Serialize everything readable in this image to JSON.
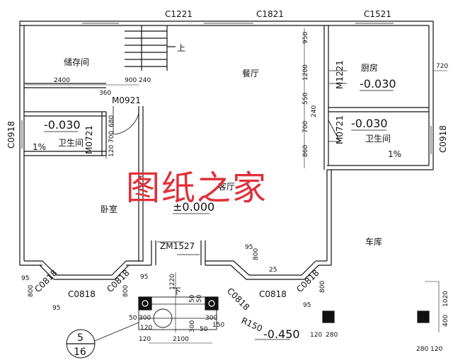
{
  "window_codes": {
    "top_left": "C1221",
    "top_mid": "C1821",
    "top_right": "C1521",
    "left_side": "C0918",
    "right_side": "C0918",
    "bay_l1": "C0818",
    "bay_l2": "C0818",
    "bay_l3": "C0818",
    "bay_r1": "C0818",
    "bay_r2": "C0818",
    "bay_r3": "C0818"
  },
  "door_codes": {
    "storage": "M0921",
    "bath_left": "M0721",
    "kitchen": "M1221",
    "bath_right": "M0721",
    "entry": "ZM1527"
  },
  "rooms": {
    "storage": "储存间",
    "dining": "餐厅",
    "kitchen": "厨房",
    "bath_left": "卫生间",
    "bath_right": "卫生间",
    "living": "客厅",
    "bedroom": "卧室",
    "garage": "车库"
  },
  "elevations": {
    "kitchen": "-0.030",
    "bath_left": "-0.030",
    "bath_right": "-0.030",
    "living": "±0.000",
    "outside": "-0.450"
  },
  "slopes": {
    "bath_left": "1%",
    "bath_right": "1%"
  },
  "stair": {
    "up": "上",
    "down": "下"
  },
  "radius": "R150",
  "detail_ref": {
    "number": "5",
    "sheet": "16"
  },
  "dims": {
    "d2400": "2400",
    "d900": "900",
    "d240a": "240",
    "d360": "360",
    "d680": "680",
    "d700a": "700",
    "d120a": "120",
    "d950": "950",
    "d1200": "1200",
    "d550": "550",
    "d240b": "240",
    "d700b": "700",
    "d860": "860",
    "d720": "720",
    "d1220": "1220",
    "d50a": "50",
    "d50b": "50",
    "d50c": "50",
    "d50d": "50",
    "d300a": "300",
    "d300b": "300",
    "d300c": "300",
    "d150": "150",
    "d120b": "120",
    "d120c": "120",
    "d2100": "2100",
    "d1020": "1020",
    "d400": "400",
    "d120d": "120",
    "d280a": "280",
    "d280b": "280",
    "d120e": "120",
    "d95a": "95",
    "d800a": "800",
    "d95b": "95",
    "d800b": "800",
    "d95c": "95",
    "d95d": "95",
    "d800c": "800",
    "d25": "25",
    "d95e": "95",
    "d800d": "800"
  },
  "watermark": "图纸之家"
}
